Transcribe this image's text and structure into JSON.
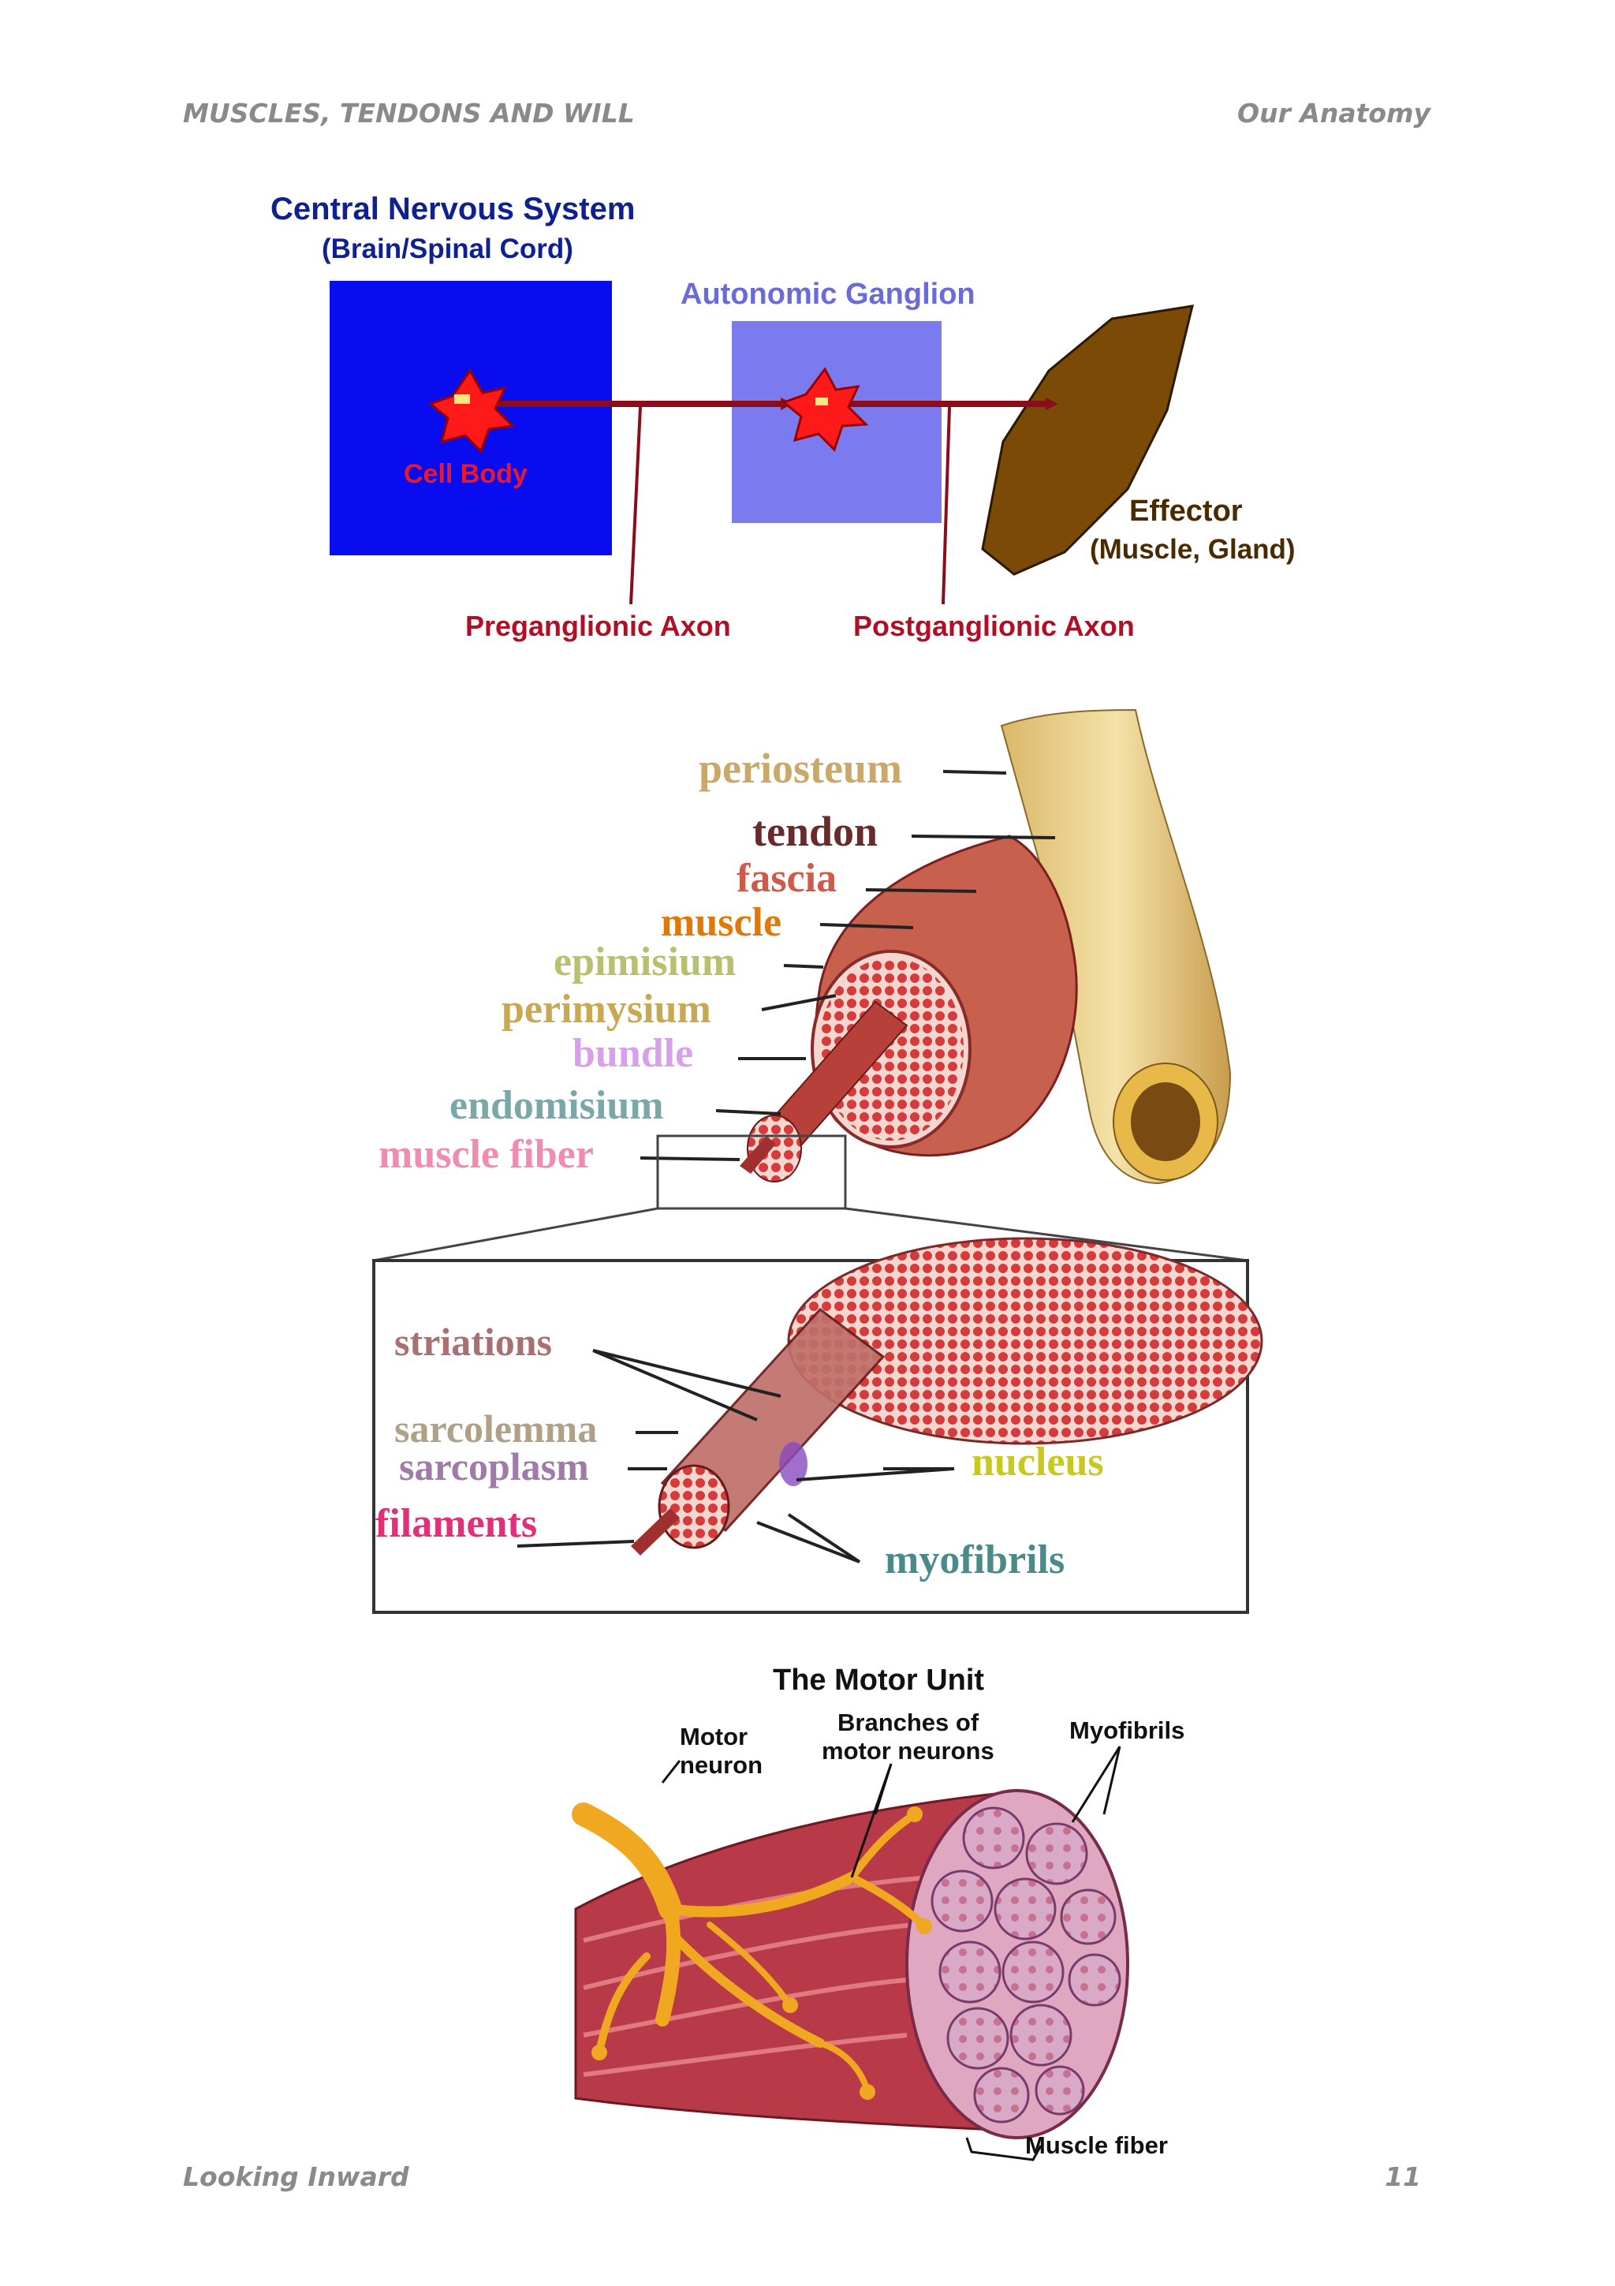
{
  "header": {
    "left": "MUSCLES, TENDONS AND WILL",
    "right": "Our Anatomy"
  },
  "footer": {
    "left": "Looking Inward",
    "right": "11"
  },
  "figure1": {
    "cns_title": "Central Nervous System",
    "cns_sub": "(Brain/Spinal Cord)",
    "ganglion": "Autonomic Ganglion",
    "cell_body": "Cell Body",
    "effector": "Effector",
    "effector_sub": "(Muscle, Gland)",
    "pre_axon": "Preganglionic Axon",
    "post_axon": "Postganglionic Axon",
    "colors": {
      "cns_box": "#0a0cf0",
      "ganglion_box": "#7b7bef",
      "effector": "#7a4a06",
      "cell": "#ff1a1a",
      "axon": "#8b0d1a"
    }
  },
  "figure2": {
    "labels": {
      "periosteum": "periosteum",
      "tendon": "tendon",
      "fascia": "fascia",
      "muscle": "muscle",
      "epimisium": "epimisium",
      "perimysium": "perimysium",
      "bundle": "bundle",
      "endomisium": "endomisium",
      "muscle_fiber": "muscle fiber",
      "striations": "striations",
      "sarcolemma": "sarcolemma",
      "sarcoplasm": "sarcoplasm",
      "filaments": "filaments",
      "nucleus": "nucleus",
      "myofibrils": "myofibrils"
    }
  },
  "figure3": {
    "title": "The Motor Unit",
    "motor_neuron_1": "Motor",
    "motor_neuron_2": "neuron",
    "branches_1": "Branches of",
    "branches_2": "motor neurons",
    "myofibrils": "Myofibrils",
    "muscle_fiber": "Muscle fiber"
  }
}
